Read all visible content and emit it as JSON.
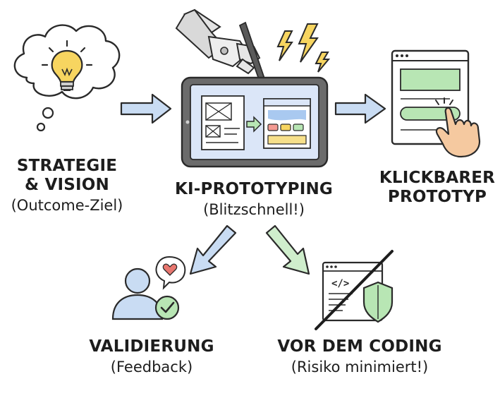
{
  "nodes": {
    "strategy": {
      "line1": "STRATEGIE",
      "line2": "& VISION",
      "subtitle": "(Outcome-Ziel)"
    },
    "ki": {
      "title": "KI-PROTOTYPING",
      "subtitle": "(Blitzschnell!)"
    },
    "clickable": {
      "line1": "KLICKBARER",
      "line2": "PROTOTYP"
    },
    "validation": {
      "title": "VALIDIERUNG",
      "subtitle": "(Feedback)"
    },
    "coding": {
      "title": "VOR DEM CODING",
      "subtitle": "(Risiko minimiert!)"
    }
  },
  "icons": {
    "strategy": "lightbulb-in-thought-cloud-icon",
    "ki": "robot-hand-drawing-on-tablet-icon",
    "clickable": "hand-clicking-browser-window-icon",
    "validation": "user-with-heart-and-check-icon",
    "coding": "crossed-out-code-window-with-shield-icon"
  },
  "colors": {
    "arrow_blue": "#c9dcf3",
    "arrow_green": "#cfeecc",
    "bulb": "#f7d560",
    "screen_blue": "#dbe6f8",
    "accent_green": "#b8e6b4",
    "heart": "#e8766f",
    "outline": "#2a2a2a"
  }
}
